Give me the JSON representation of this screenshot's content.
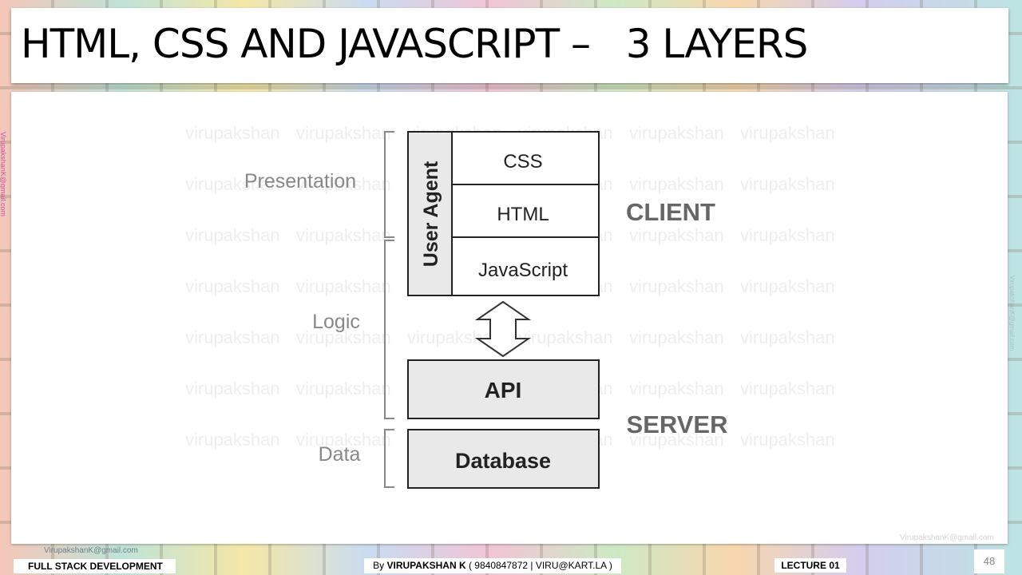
{
  "slide": {
    "title": "HTML, CSS AND JAVASCRIPT –   3 LAYERS",
    "watermark_word": "virupakshan",
    "watermark_email": "VirupakshanK@gmail.com"
  },
  "diagram": {
    "layers": {
      "presentation": "Presentation",
      "logic": "Logic",
      "data": "Data"
    },
    "user_agent": "User Agent",
    "boxes": {
      "css": "CSS",
      "html": "HTML",
      "javascript": "JavaScript",
      "api": "API",
      "database": "Database"
    },
    "tiers": {
      "client": "CLIENT",
      "server": "SERVER"
    }
  },
  "footer": {
    "course": "FULL STACK DEVELOPMENT",
    "by_prefix": "By ",
    "author": "VIRUPAKSHAN K",
    "contact": " ( 9840847872 | VIRU@KART.LA )",
    "lecture": "LECTURE 01",
    "page_number": "48"
  }
}
